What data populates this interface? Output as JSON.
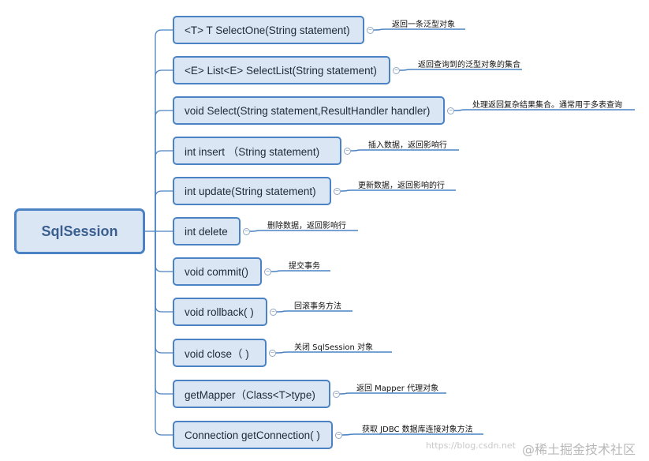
{
  "root": {
    "label": "SqlSession"
  },
  "methods": [
    {
      "label": "<T> T SelectOne(String statement)",
      "note": "返回一条泛型对象"
    },
    {
      "label": "<E> List<E> SelectList(String statement)",
      "note": "返回查询到的泛型对象的集合"
    },
    {
      "label": "void Select(String statement,ResultHandler handler)",
      "note": "处理返回复杂结果集合。通常用于多表查询"
    },
    {
      "label": "int insert （String statement)",
      "note": "插入数据，返回影响行"
    },
    {
      "label": "int update(String statement)",
      "note": "更新数据，返回影响的行"
    },
    {
      "label": "int delete",
      "note": "删除数据，返回影响行"
    },
    {
      "label": "void commit()",
      "note": "提交事务"
    },
    {
      "label": "void rollback( )",
      "note": "回滚事务方法"
    },
    {
      "label": "void close（ )",
      "note": "关闭 SqlSession 对象"
    },
    {
      "label": "getMapper（Class<T>type)",
      "note": "返回 Mapper 代理对象"
    },
    {
      "label": "Connection getConnection( )",
      "note": "获取 JDBC 数据库连接对象方法"
    }
  ],
  "watermark": {
    "text": "https://blog.csdn.net",
    "brand": "@稀土掘金技术社区"
  },
  "colors": {
    "border": "#4a82c3",
    "fill": "#dbe6f4",
    "connector": "#4a82c3",
    "note_line": "#4a82c3"
  }
}
